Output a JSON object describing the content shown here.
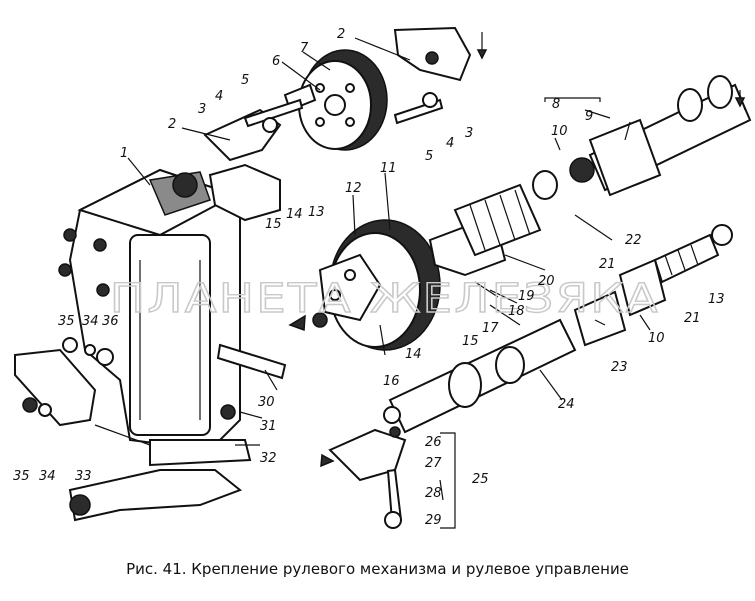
{
  "caption": "Рис. 41. Крепление рулевого механизма и рулевое управление",
  "watermark": "ПЛАНЕТА ЖЕЛЕЗЯКА",
  "callouts": [
    "1",
    "2",
    "2",
    "3",
    "3",
    "4",
    "4",
    "5",
    "5",
    "6",
    "7",
    "8",
    "9",
    "10",
    "10",
    "11",
    "12",
    "13",
    "13",
    "14",
    "14",
    "15",
    "15",
    "16",
    "17",
    "18",
    "19",
    "20",
    "21",
    "21",
    "22",
    "23",
    "24",
    "25",
    "26",
    "27",
    "28",
    "29",
    "30",
    "31",
    "32",
    "33",
    "34",
    "34",
    "35",
    "35",
    "36"
  ]
}
